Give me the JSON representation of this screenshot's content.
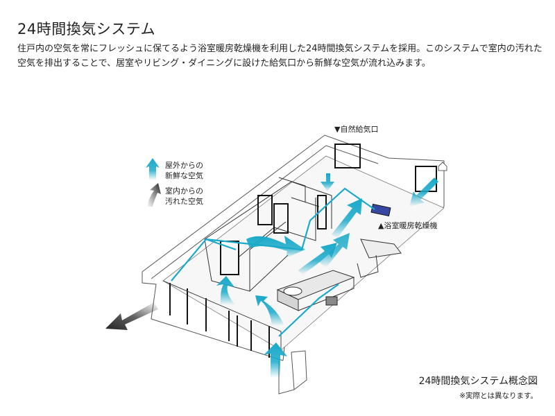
{
  "title": "24時間換気システム",
  "description": "住戸内の空気を常にフレッシュに保てるよう浴室暖房乾燥機を利用した24時間換気システムを採用。このシステムで室内の汚れた空気を排出することで、居室やリビング・ダイニングに設けた給気口から新鮮な空気が流れ込みます。",
  "legend": {
    "fresh_label_1": "屋外からの",
    "fresh_label_2": "新鮮な空気",
    "dirty_label_1": "室内からの",
    "dirty_label_2": "汚れた空気",
    "fresh_color": "#19a9c9",
    "dirty_color": "#3a3a3a"
  },
  "labels": {
    "natural_inlet": "▼自然給気口",
    "bath_dryer": "▲浴室暖房乾燥機"
  },
  "caption": {
    "main": "24時間換気システム概念図",
    "note": "※実際とは異なります。"
  }
}
